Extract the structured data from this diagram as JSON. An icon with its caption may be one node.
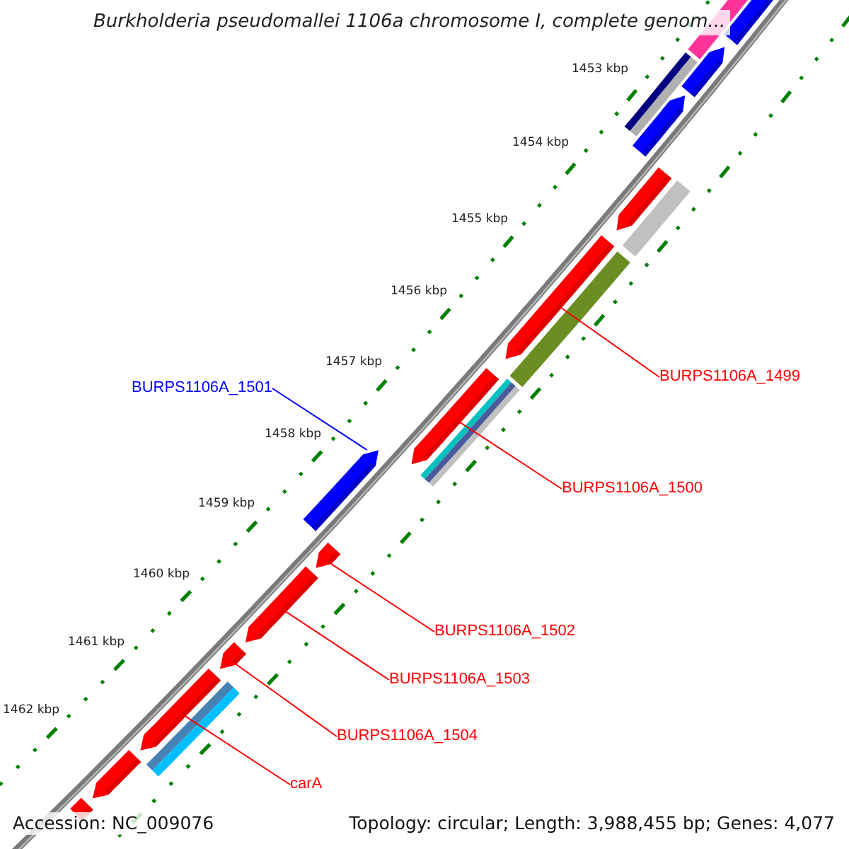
{
  "diagram": {
    "title": "Burkholderia pseudomallei 1106a chromosome I, complete genom...",
    "nodes": [
      {
        "text": [
          "BURPS1106A_1501"
        ]
      },
      {
        "text": [
          "BURPS1106A_1499"
        ]
      },
      {
        "text": [
          "BURPS1106A_1500"
        ]
      },
      {
        "text": [
          "BURPS1106A_1502"
        ]
      },
      {
        "text": [
          "BURPS1106A_1503"
        ]
      },
      {
        "text": [
          "BURPS1106A_1504"
        ]
      },
      {
        "text": [
          "carA"
        ]
      },
      {
        "text": [],
        "shape": "arrow"
      },
      {
        "text": [],
        "shape": "arrow"
      },
      {
        "text": [],
        "shape": "arrow"
      },
      {
        "text": [],
        "shape": "arrow"
      },
      {
        "text": [],
        "shape": "arrow"
      },
      {
        "text": [],
        "shape": "arrow"
      },
      {
        "text": [],
        "shape": "arrow"
      },
      {
        "text": [],
        "shape": "arrow"
      },
      {
        "text": [],
        "shape": "arrow"
      },
      {
        "text": [],
        "shape": "arrow"
      },
      {
        "text": [],
        "shape": "arrow"
      },
      {
        "text": [],
        "shape": "arrow"
      },
      {
        "text": [],
        "shape": "arrow"
      },
      {
        "text": [],
        "shape": "bar"
      },
      {
        "text": [],
        "shape": "bar"
      },
      {
        "text": [],
        "shape": "bar"
      },
      {
        "text": [],
        "shape": "bar"
      },
      {
        "text": [],
        "shape": "bar"
      },
      {
        "text": [],
        "shape": "bar"
      }
    ],
    "edges": [
      {
        "from": 0,
        "to": 13,
        "arrow": "none",
        "color": "#0000ff"
      },
      {
        "from": 1,
        "to": 11,
        "arrow": "none"
      },
      {
        "from": 2,
        "to": 12,
        "arrow": "none"
      },
      {
        "from": 3,
        "to": 14,
        "arrow": "none"
      },
      {
        "from": 4,
        "to": 15,
        "arrow": "none"
      },
      {
        "from": 5,
        "to": 16,
        "arrow": "none"
      },
      {
        "from": 6,
        "to": 17,
        "arrow": "none"
      }
    ],
    "labels": [
      "1453 kbp",
      "1454 kbp",
      "1455 kbp",
      "1456 kbp",
      "1457 kbp",
      "1458 kbp",
      "1459 kbp",
      "1460 kbp",
      "1461 kbp",
      "1462 kbp",
      "Accession: NC_009076",
      "Topology: circular; Length: 3,988,455 bp; Genes: 4,077"
    ]
  }
}
